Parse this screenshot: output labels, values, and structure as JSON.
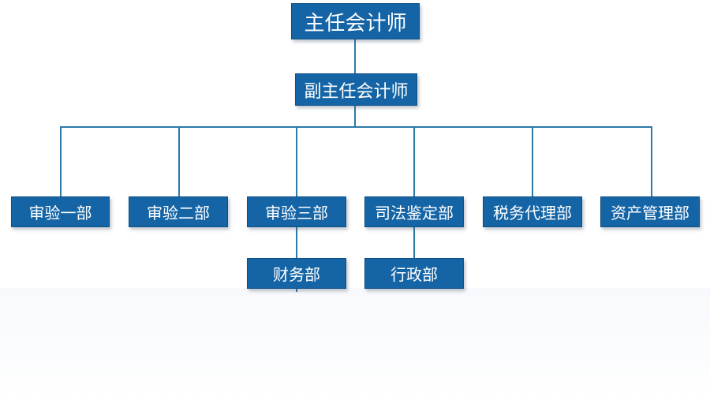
{
  "org_chart": {
    "root": "主任会计师",
    "deputy": "副主任会计师",
    "departments": [
      "审验一部",
      "审验二部",
      "审验三部",
      "司法鉴定部",
      "税务代理部",
      "资产管理部"
    ],
    "sub_departments": {
      "under_audit_3": "财务部",
      "under_forensic": "行政部"
    }
  },
  "colors": {
    "node_fill": "#1565a6",
    "node_text": "#ffffff",
    "connector": "#2c7aa8"
  }
}
